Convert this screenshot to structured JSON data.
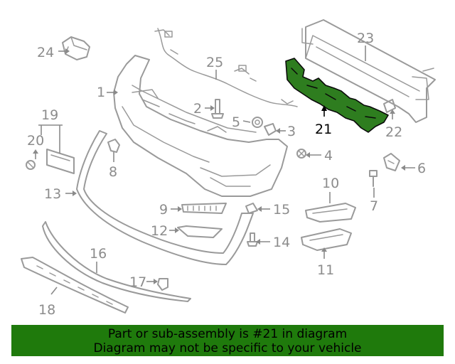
{
  "highlight_color": "#2e7d1f",
  "banner_color": "#1f7a0c",
  "callouts": {
    "c1": "1",
    "c2": "2",
    "c3": "3",
    "c4": "4",
    "c5": "5",
    "c6": "6",
    "c7": "7",
    "c8": "8",
    "c9": "9",
    "c10": "10",
    "c11": "11",
    "c12": "12",
    "c13": "13",
    "c14": "14",
    "c15": "15",
    "c16": "16",
    "c17": "17",
    "c18": "18",
    "c19": "19",
    "c20": "20",
    "c21": "21",
    "c22": "22",
    "c23": "23",
    "c24": "24",
    "c25": "25"
  },
  "highlighted_part": "21",
  "banner": {
    "line1": "Part or sub-assembly is #21 in diagram",
    "line2": "Diagram may not be specific to your vehicle"
  }
}
